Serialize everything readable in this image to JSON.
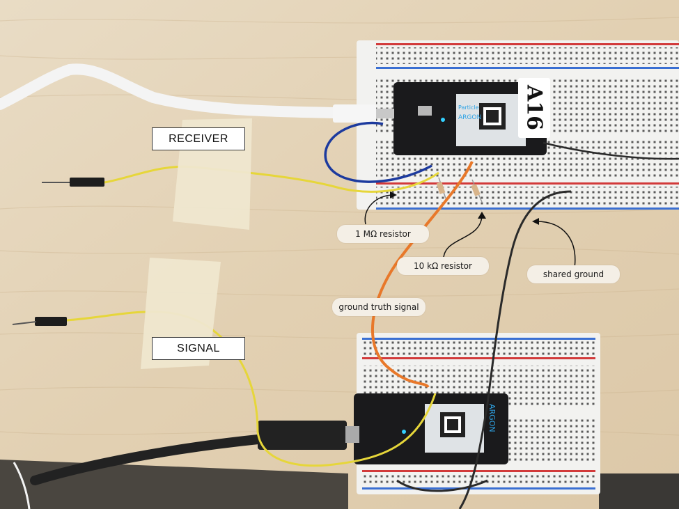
{
  "photo": {
    "labels": {
      "receiver": "RECEIVER",
      "signal": "SIGNAL"
    },
    "annotations": {
      "resistor_1m": "1 MΩ resistor",
      "resistor_10k": "10 kΩ resistor",
      "shared_ground": "shared ground",
      "ground_truth": "ground truth signal"
    },
    "board_tag": "A16",
    "board_brand": "ARGON",
    "board_maker": "Particle"
  }
}
